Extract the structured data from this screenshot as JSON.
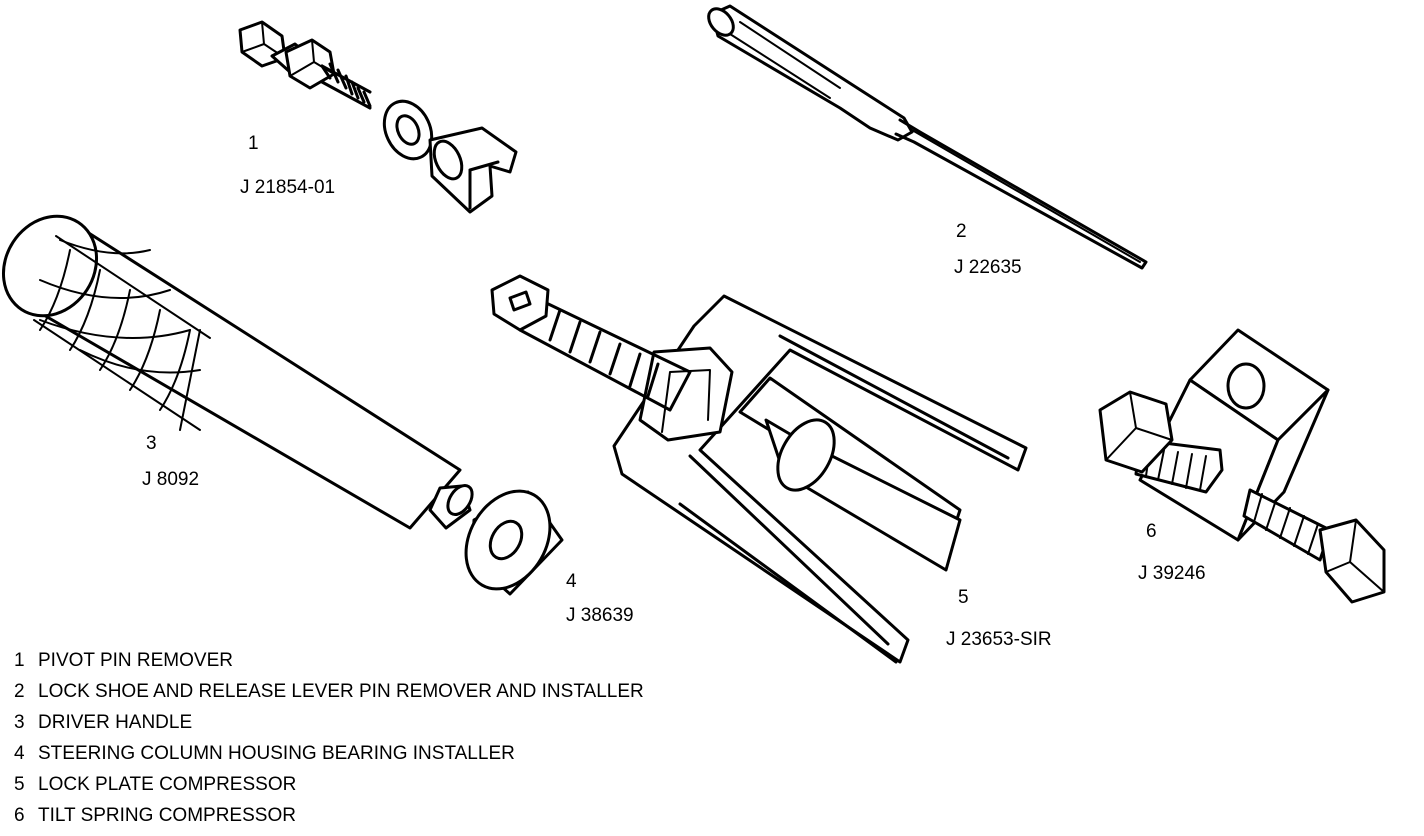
{
  "tools": [
    {
      "number": "1",
      "part_no": "J 21854-01",
      "name": "PIVOT PIN REMOVER",
      "icon": "pivot-pin-remover-icon"
    },
    {
      "number": "2",
      "part_no": "J 22635",
      "name": "LOCK SHOE AND RELEASE LEVER PIN REMOVER AND INSTALLER",
      "icon": "pin-remover-installer-icon"
    },
    {
      "number": "3",
      "part_no": "J 8092",
      "name": "DRIVER HANDLE",
      "icon": "driver-handle-icon"
    },
    {
      "number": "4",
      "part_no": "J 38639",
      "name": "STEERING COLUMN HOUSING BEARING INSTALLER",
      "icon": "bearing-installer-icon"
    },
    {
      "number": "5",
      "part_no": "J 23653-SIR",
      "name": "LOCK PLATE COMPRESSOR",
      "icon": "lock-plate-compressor-icon"
    },
    {
      "number": "6",
      "part_no": "J 39246",
      "name": "TILT SPRING COMPRESSOR",
      "icon": "tilt-spring-compressor-icon"
    }
  ]
}
